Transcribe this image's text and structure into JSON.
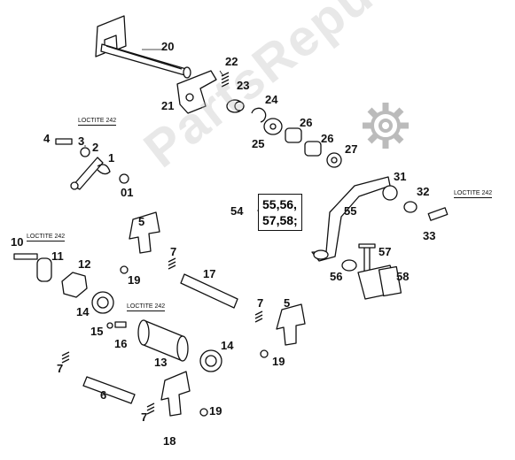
{
  "diagram": {
    "watermark": "PartsRepublik",
    "loctite_text": "LOCTITE 242",
    "group_box": {
      "line1": "55,56,",
      "line2": "57,58;"
    },
    "callouts": {
      "c20": "20",
      "c22": "22",
      "c23": "23",
      "c24": "24",
      "c21": "21",
      "c25": "25",
      "c26a": "26",
      "c26b": "26",
      "c27": "27",
      "c4": "4",
      "c3": "3",
      "c2": "2",
      "c1": "1",
      "c01": "01",
      "c54": "54",
      "c55": "55",
      "c31": "31",
      "c32": "32",
      "c33": "33",
      "c5a": "5",
      "c10": "10",
      "c11": "11",
      "c7a": "7",
      "c17": "17",
      "c12": "12",
      "c19a": "19",
      "c57": "57",
      "c56": "56",
      "c58": "58",
      "c14a": "14",
      "c15": "15",
      "c16": "16",
      "c13": "13",
      "c14b": "14",
      "c7b": "7",
      "c5b": "5",
      "c19b": "19",
      "c7c": "7",
      "c6": "6",
      "c7d": "7",
      "c19c": "19",
      "c18": "18"
    }
  }
}
